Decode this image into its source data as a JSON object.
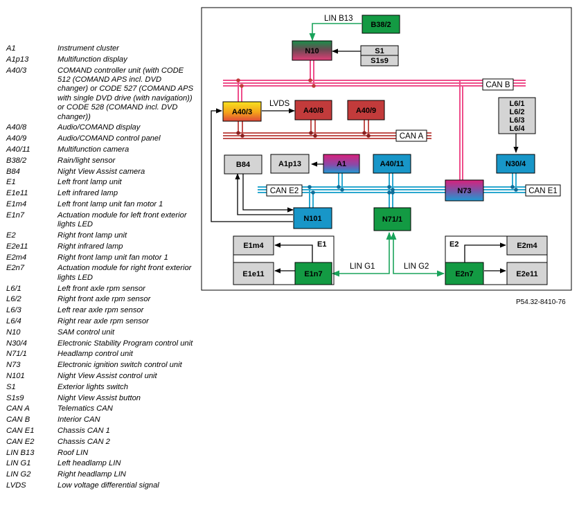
{
  "legend": [
    {
      "code": "A1",
      "desc": "Instrument cluster"
    },
    {
      "code": "A1p13",
      "desc": "Multifunction display"
    },
    {
      "code": "A40/3",
      "desc": "COMAND controller unit (with CODE 512 (COMAND APS incl. DVD changer) or CODE 527 (COMAND APS with single DVD drive (with navigation)) or CODE 528 (COMAND incl. DVD changer))"
    },
    {
      "code": "A40/8",
      "desc": "Audio/COMAND display"
    },
    {
      "code": "A40/9",
      "desc": "Audio/COMAND control panel"
    },
    {
      "code": "A40/11",
      "desc": "Multifunction camera"
    },
    {
      "code": "B38/2",
      "desc": "Rain/light sensor"
    },
    {
      "code": "B84",
      "desc": "Night View Assist camera"
    },
    {
      "code": "E1",
      "desc": "Left front lamp unit"
    },
    {
      "code": "E1e11",
      "desc": "Left infrared lamp"
    },
    {
      "code": "E1m4",
      "desc": "Left front lamp unit fan motor 1"
    },
    {
      "code": "E1n7",
      "desc": "Actuation module for left front exterior lights LED"
    },
    {
      "code": "E2",
      "desc": "Right front lamp unit"
    },
    {
      "code": "E2e11",
      "desc": "Right infrared lamp"
    },
    {
      "code": "E2m4",
      "desc": "Right front lamp unit fan motor 1"
    },
    {
      "code": "E2n7",
      "desc": "Actuation module for right front exterior lights LED"
    },
    {
      "code": "L6/1",
      "desc": "Left front axle rpm sensor"
    },
    {
      "code": "L6/2",
      "desc": "Right front axle rpm sensor"
    },
    {
      "code": "L6/3",
      "desc": "Left rear axle rpm sensor"
    },
    {
      "code": "L6/4",
      "desc": "Right rear axle rpm sensor"
    },
    {
      "code": "N10",
      "desc": "SAM control unit"
    },
    {
      "code": "N30/4",
      "desc": "Electronic Stability Program control unit"
    },
    {
      "code": "N71/1",
      "desc": "Headlamp control unit"
    },
    {
      "code": "N73",
      "desc": "Electronic ignition switch control unit"
    },
    {
      "code": "N101",
      "desc": "Night View Assist control unit"
    },
    {
      "code": "S1",
      "desc": "Exterior lights switch"
    },
    {
      "code": "S1s9",
      "desc": "Night View Assist button"
    },
    {
      "code": "CAN A",
      "desc": "Telematics CAN"
    },
    {
      "code": "CAN B",
      "desc": "Interior CAN"
    },
    {
      "code": "CAN E1",
      "desc": "Chassis CAN 1"
    },
    {
      "code": "CAN E2",
      "desc": "Chassis CAN 2"
    },
    {
      "code": "LIN B13",
      "desc": "Roof LIN"
    },
    {
      "code": "LIN G1",
      "desc": "Left headlamp LIN"
    },
    {
      "code": "LIN G2",
      "desc": "Right headlamp LIN"
    },
    {
      "code": "LVDS",
      "desc": "Low voltage differential signal"
    }
  ],
  "diagram": {
    "boxes": {
      "b38_2": "B38/2",
      "n10": "N10",
      "s1": "S1",
      "s1s9": "S1s9",
      "a40_3": "A40/3",
      "a40_8": "A40/8",
      "a40_9": "A40/9",
      "l6": [
        "L6/1",
        "L6/2",
        "L6/3",
        "L6/4"
      ],
      "b84": "B84",
      "a1p13": "A1p13",
      "a1": "A1",
      "a40_11": "A40/11",
      "n30_4": "N30/4",
      "n73": "N73",
      "n101": "N101",
      "n71_1": "N71/1",
      "e1m4": "E1m4",
      "e1e11": "E1e11",
      "e1n7": "E1n7",
      "e2m4": "E2m4",
      "e2e11": "E2e11",
      "e2n7": "E2n7"
    },
    "bus_labels": {
      "can_b": "CAN B",
      "can_a": "CAN A",
      "can_e1": "CAN E1",
      "can_e2": "CAN E2",
      "lin_b13": "LIN B13",
      "lin_g1": "LIN G1",
      "lin_g2": "LIN G2",
      "lvds": "LVDS",
      "e1": "E1",
      "e2": "E2"
    },
    "colors": {
      "can_b": "#ee4d8a",
      "can_a": "#c0504d",
      "can_e": "#2aa7cf",
      "lin": "#19a35a",
      "grey_box": "#d4d4d4",
      "green_box": "#139a43",
      "blue_box": "#1896c8",
      "red_box": "#c23b3b"
    }
  },
  "figure_ref": "P54.32-8410-76"
}
